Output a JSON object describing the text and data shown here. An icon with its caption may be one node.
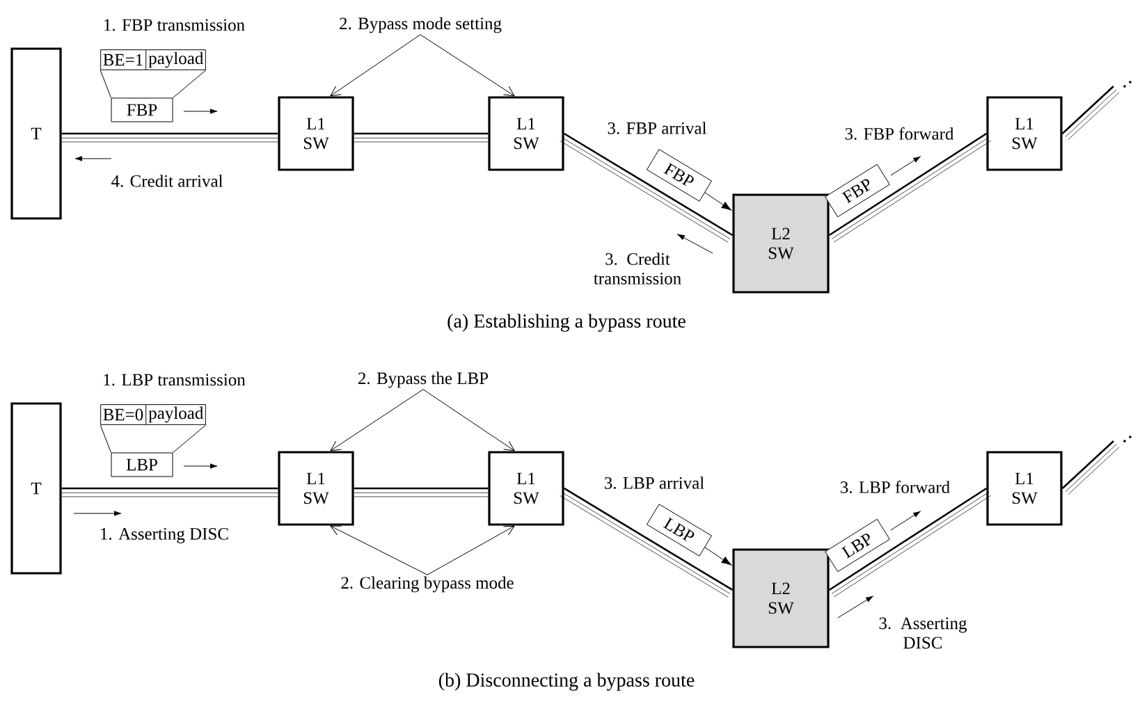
{
  "diagram": {
    "nodes": [
      {
        "text": [
          "T"
        ]
      },
      {
        "text": [
          "L1 SW"
        ]
      },
      {
        "text": [
          "L1 SW"
        ]
      },
      {
        "text": [
          "L2 SW"
        ]
      },
      {
        "text": [
          "L1 SW"
        ]
      },
      {
        "text": [
          "BE=1",
          "payload"
        ]
      },
      {
        "text": [
          "FBP"
        ]
      },
      {
        "text": [
          "FBP"
        ]
      },
      {
        "text": [
          "FBP"
        ]
      },
      {
        "text": [
          "2. Bypass mode setting"
        ]
      },
      {
        "text": [
          "T"
        ]
      },
      {
        "text": [
          "L1 SW"
        ]
      },
      {
        "text": [
          "L1 SW"
        ]
      },
      {
        "text": [
          "L2 SW"
        ]
      },
      {
        "text": [
          "L1 SW"
        ]
      },
      {
        "text": [
          "BE=0",
          "payload"
        ]
      },
      {
        "text": [
          "LBP"
        ]
      },
      {
        "text": [
          "LBP"
        ]
      },
      {
        "text": [
          "LBP"
        ]
      },
      {
        "text": [
          "2. Bypass the LBP"
        ]
      },
      {
        "text": [
          "2. Clearing bypass mode"
        ]
      }
    ],
    "edges": [
      {
        "from": 0,
        "to": 1,
        "arrow": "none"
      },
      {
        "from": 1,
        "to": 2,
        "arrow": "none"
      },
      {
        "from": 2,
        "to": 3,
        "arrow": "none"
      },
      {
        "from": 3,
        "to": 4,
        "arrow": "none"
      },
      {
        "from": 4,
        "to": null,
        "arrow": "none"
      },
      {
        "from": 5,
        "to": 6,
        "arrow": "none"
      },
      {
        "from": 9,
        "to": 1,
        "arrow": "to"
      },
      {
        "from": 9,
        "to": 2,
        "arrow": "to"
      },
      {
        "from": 10,
        "to": 11,
        "arrow": "none"
      },
      {
        "from": 11,
        "to": 12,
        "arrow": "none"
      },
      {
        "from": 12,
        "to": 13,
        "arrow": "none"
      },
      {
        "from": 13,
        "to": 14,
        "arrow": "none"
      },
      {
        "from": 14,
        "to": null,
        "arrow": "none"
      },
      {
        "from": 15,
        "to": 16,
        "arrow": "none"
      },
      {
        "from": 19,
        "to": 11,
        "arrow": "to"
      },
      {
        "from": 19,
        "to": 12,
        "arrow": "to"
      },
      {
        "from": 20,
        "to": 11,
        "arrow": "to"
      },
      {
        "from": 20,
        "to": 12,
        "arrow": "to"
      },
      {
        "from": 7,
        "to": 3,
        "arrow": "to"
      },
      {
        "from": 17,
        "to": 13,
        "arrow": "to"
      }
    ],
    "labels": [
      "1. FBP transmission",
      "4. Credit arrival",
      "3. FBP arrival",
      "3. FBP forward",
      "3. Credit transmission",
      "(a) Establishing a bypass route",
      "1. LBP transmission",
      "1. Asserting DISC",
      "3. LBP arrival",
      "3. LBP forward",
      "3. Asserting DISC",
      "(b) Disconnecting a bypass route"
    ]
  }
}
